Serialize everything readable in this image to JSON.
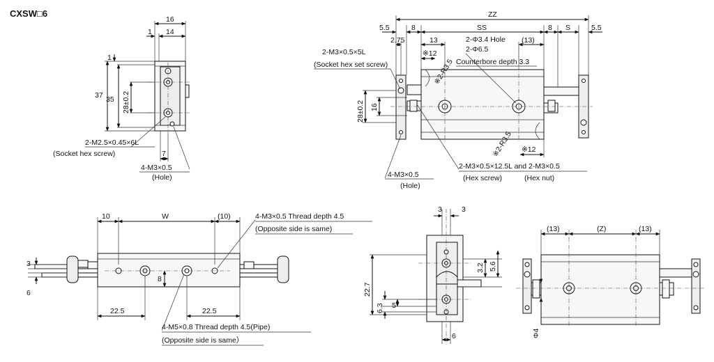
{
  "title": "CXSW□6",
  "labels": {
    "a16": "16",
    "a1": "1",
    "a14": "14",
    "a1b": "1",
    "a37": "37",
    "a35": "35",
    "a28": "28±0.2",
    "m25": "2-M2.5×0.45×6L",
    "sockscrew": "(Socket hex screw)",
    "a7": "7",
    "m3hole": "4-M3×0.5",
    "hole1": "(Hole)",
    "zz": "ZZ",
    "s55a": "5.5",
    "s8a": "8",
    "ss": "SS",
    "s8b": "8",
    "s": "S",
    "s55b": "5.5",
    "s275": "2.75",
    "s13": "13",
    "hole34": "2-Φ3.4 Hole",
    "p13a": "(13)",
    "m3set": "2-M3×0.5×5L",
    "x12a": "※12",
    "phi65": "2-Φ6.5",
    "setscrew": "(Socket hex set screw)",
    "r35a": "※2-R3.5",
    "cbore": "Counterbore depth 3.3",
    "b28": "28±0.2",
    "b16": "16",
    "r35b": "※2-R3.5",
    "x12b": "※12",
    "m3hole2": "4-M3×0.5",
    "m3hex": "2-M3×0.5×12.5L and 2-M3×0.5",
    "hole2": "(Hole)",
    "hexscrew": "(Hex screw)",
    "hexnut": "(Hex nut)",
    "c10": "10",
    "cw": "W",
    "c10p": "(10)",
    "thread45": "4-M3×0.5 Thread depth 4.5",
    "opp1": "(Opposite side is same)",
    "c3": "3",
    "c8": "8",
    "c6": "6",
    "c225a": "22.5",
    "c225b": "22.5",
    "m5": "4-M5×0.8 Thread depth 4.5(Pipe)",
    "opp2": "(Opposite side is same）",
    "d3a": "3",
    "d3b": "3",
    "d227": "22.7",
    "d32": "3.2",
    "d56": "5.6",
    "d63": "6.3",
    "d5": "5",
    "d6": "6",
    "e13a": "(13)",
    "ez": "(Z)",
    "e13b": "(13)",
    "ephi4": "Φ4"
  }
}
